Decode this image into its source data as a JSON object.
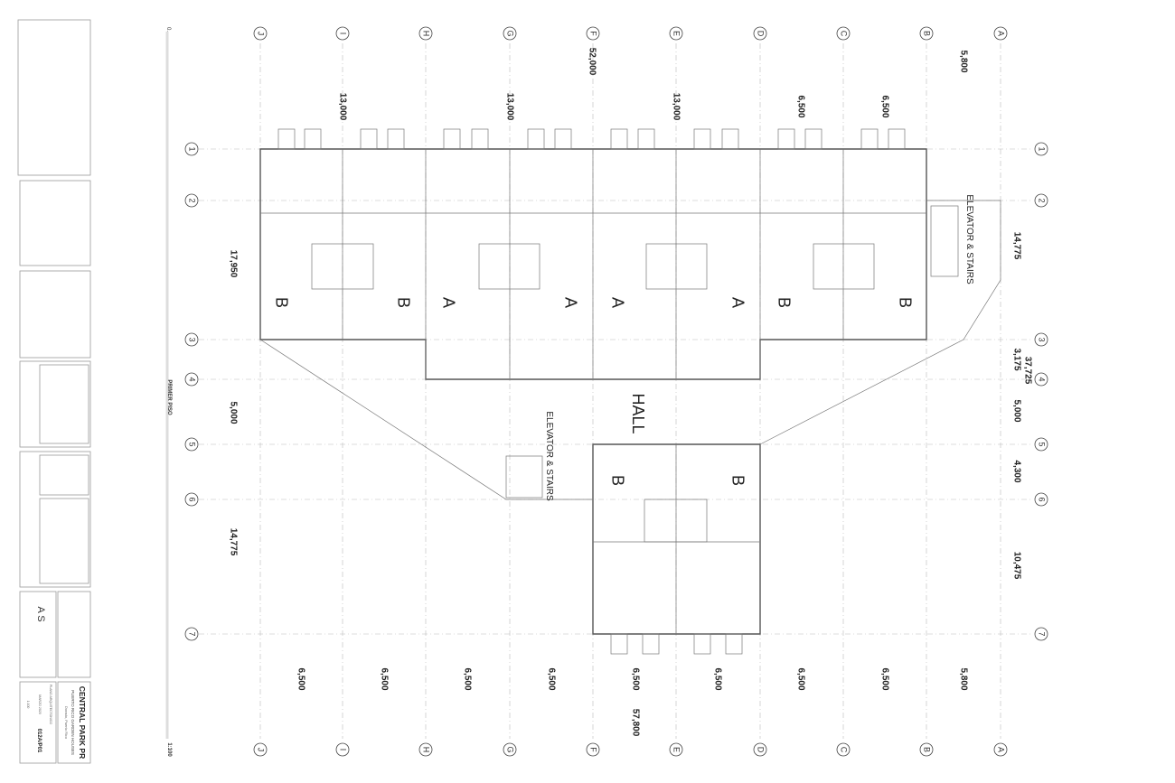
{
  "sheet": {
    "floor_label": "PRIMER PISO",
    "scale_top": "0.",
    "scale_bottom": "1:100",
    "project_title": "CENTRAL PARK PR",
    "project_subtitle": "PUERTO RICO GARDEN HOUSES",
    "project_location": "Dorado, Puerto Rico",
    "drawing_type": "PLANO ARQUITECTONICO",
    "date": "MARZO 2020",
    "scale": "1:100",
    "sheet_number": "012A/P01",
    "firm_logo": "A S"
  },
  "grid": {
    "columns": [
      "J",
      "I",
      "H",
      "G",
      "F",
      "E",
      "D",
      "C",
      "B",
      "A"
    ],
    "rows": [
      "1",
      "2",
      "3",
      "4",
      "5",
      "6",
      "7"
    ]
  },
  "dimensions": {
    "top_overall": "52,000",
    "top_right": "5,800",
    "top": [
      "13,000",
      "13,000",
      "13,000",
      "6,500",
      "6,500"
    ],
    "left": [
      "17,950",
      "5,000",
      "14,775"
    ],
    "right": [
      "14,775",
      "3,175",
      "37,725",
      "5,000",
      "4,300",
      "10,475"
    ],
    "bottom": [
      "6,500",
      "6,500",
      "6,500",
      "6,500",
      "6,500",
      "6,500",
      "6,500",
      "6,500",
      "5,800"
    ],
    "bottom_overall": "57,800"
  },
  "plan": {
    "units_top": [
      "B",
      "B",
      "A",
      "A",
      "A",
      "A",
      "B",
      "B"
    ],
    "units_bottom": [
      "B",
      "B"
    ],
    "hall": "HALL",
    "elevator_right": "ELEVATOR & STAIRS",
    "elevator_left": "ELEVATOR & STAIRS"
  }
}
